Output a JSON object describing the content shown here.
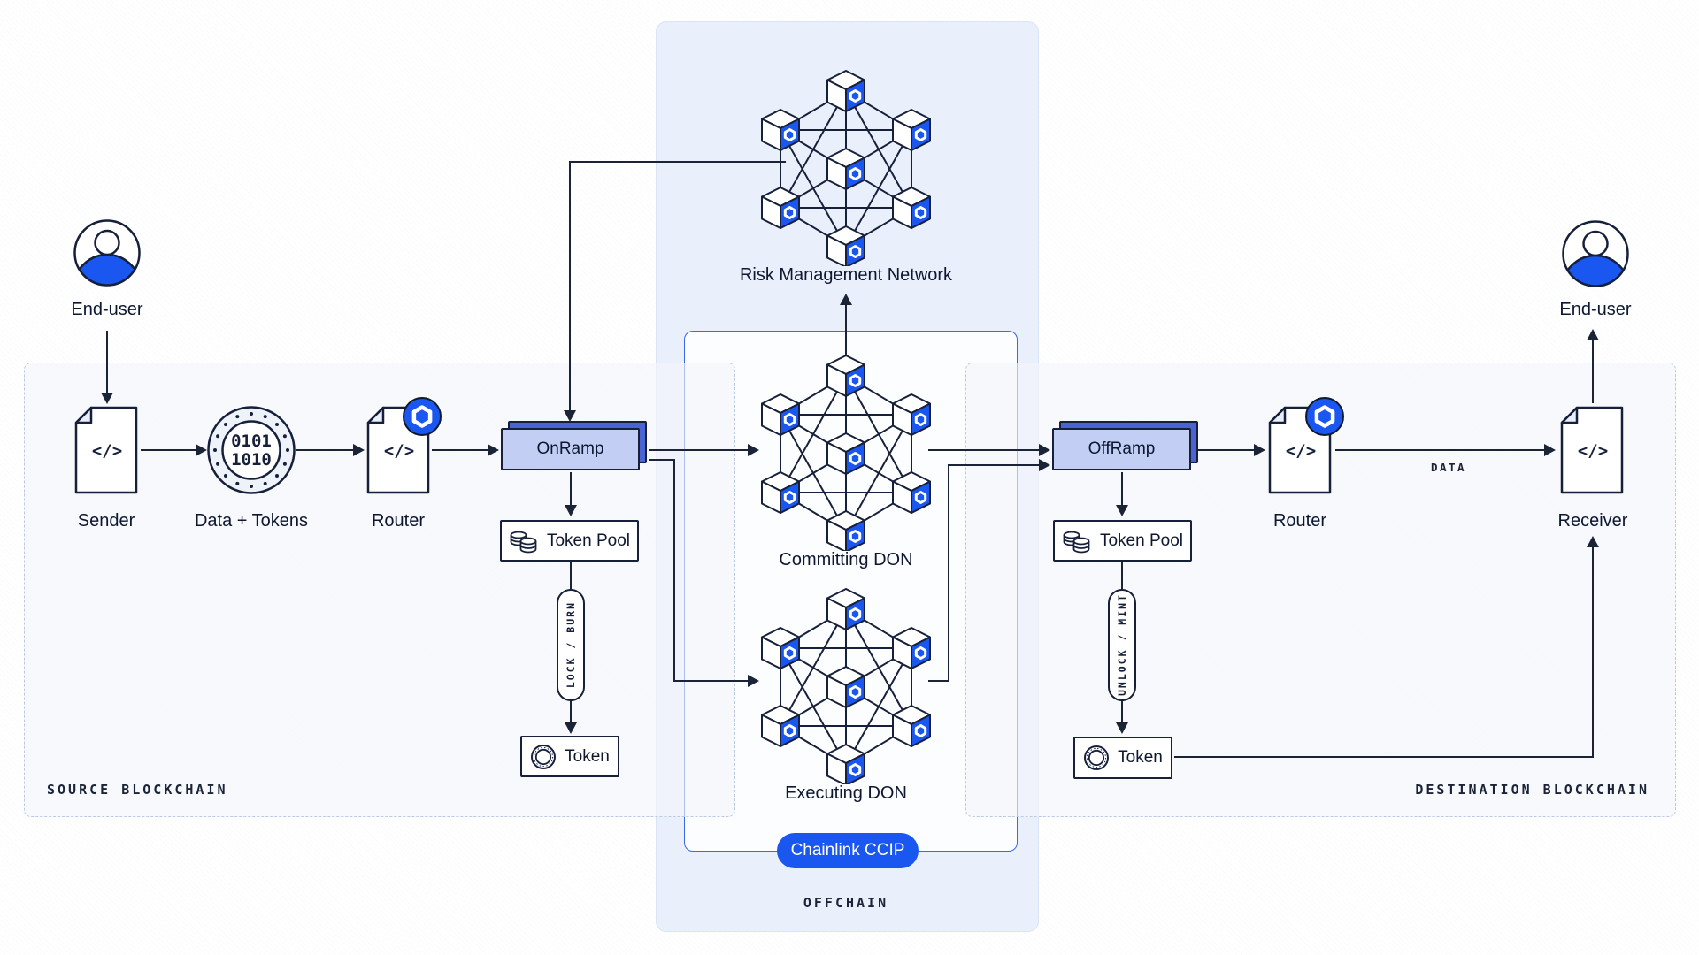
{
  "colors": {
    "accent_blue": "#1A56F0",
    "outline_navy": "#16203A",
    "offchain_panel_fill": "#E9EFFB",
    "bracket_stroke": "#3E68EA",
    "ramp_front_fill": "#C3CEF5",
    "ramp_back_fill": "#4C63D6"
  },
  "offchain": {
    "panel_label": "OFFCHAIN",
    "ccip_badge": "Chainlink CCIP",
    "risk_network_label": "Risk Management Network",
    "committing_don_label": "Committing DON",
    "executing_don_label": "Executing DON"
  },
  "source_chain": {
    "panel_label": "SOURCE BLOCKCHAIN",
    "end_user_label": "End-user",
    "sender_label": "Sender",
    "sender_code_glyph": "</>",
    "data_tokens_label": "Data + Tokens",
    "binary_row1": "0101",
    "binary_row2": "1010",
    "router_label": "Router",
    "router_code_glyph": "</>",
    "onramp_label": "OnRamp",
    "token_pool_label": "Token Pool",
    "lock_burn_label": "LOCK / BURN",
    "token_label": "Token"
  },
  "destination_chain": {
    "panel_label": "DESTINATION BLOCKCHAIN",
    "end_user_label": "End-user",
    "offramp_label": "OffRamp",
    "token_pool_label": "Token Pool",
    "unlock_mint_label": "UNLOCK / MINT",
    "token_label": "Token",
    "router_label": "Router",
    "router_code_glyph": "</>",
    "data_flow_label": "DATA",
    "receiver_label": "Receiver",
    "receiver_code_glyph": "</>"
  }
}
